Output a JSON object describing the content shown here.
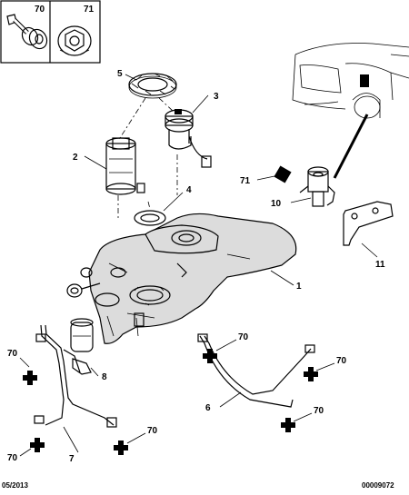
{
  "parts_box": {
    "left_ref": "70",
    "right_ref": "71"
  },
  "callouts": {
    "n1": "1",
    "n2": "2",
    "n3": "3",
    "n4": "4",
    "n5": "5",
    "n6": "6",
    "n7": "7",
    "n8": "8",
    "n10": "10",
    "n11": "11",
    "n71": "71",
    "n70_a": "70",
    "n70_b": "70",
    "n70_c": "70",
    "n70_d": "70",
    "n70_e": "70",
    "n70_f": "70"
  },
  "footer": {
    "date": "05/2013",
    "reference": "00009072"
  },
  "colors": {
    "line": "#000000",
    "tank_shade": "#dcdcdc",
    "background": "#ffffff"
  }
}
